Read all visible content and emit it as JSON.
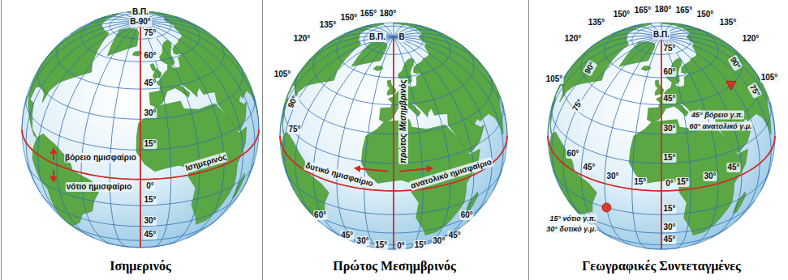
{
  "diagram": {
    "labels": [
      "Β.Π.",
      "Β-90°",
      "75°",
      "60°",
      "45°",
      "30°",
      "15°",
      "0°",
      "15°",
      "30°",
      "45°",
      "βόρειο ημισφαίριο",
      "νότιο ημισφαίριο",
      "Ισημερινός",
      "Β.Π.",
      "Β",
      "120°",
      "135°",
      "150°",
      "165°",
      "180°",
      "105°",
      "90°",
      "75°",
      "πρώτος Μεσημβρινός",
      "δυτικό ημισφαίριο",
      "ανατολικό ημισφαίριο",
      "60°",
      "45°",
      "30°",
      "15°",
      "0°",
      "15°",
      "30°",
      "45°",
      "60°",
      "135°",
      "150°",
      "165°",
      "180°",
      "165°",
      "150°",
      "135°",
      "120°",
      "120°",
      "105°",
      "105°",
      "90°",
      "90°",
      "75°",
      "75°",
      "60°",
      "Β.Π.",
      "75°",
      "60°",
      "45°",
      "30°",
      "15°",
      "45°",
      "30°",
      "15°",
      "0°",
      "15°",
      "30°",
      "45°",
      "15°",
      "30°",
      "45°",
      "45° βόρειο γ.π.",
      "60° ανατολικό γ.μ.",
      "15° νότιο γ.π.",
      "30° δυτικό γ.μ.",
      "Ισημερινός",
      "Πρώτος Μεσημβρινός",
      "Γεωγραφικές Συντεταγμένες"
    ]
  }
}
